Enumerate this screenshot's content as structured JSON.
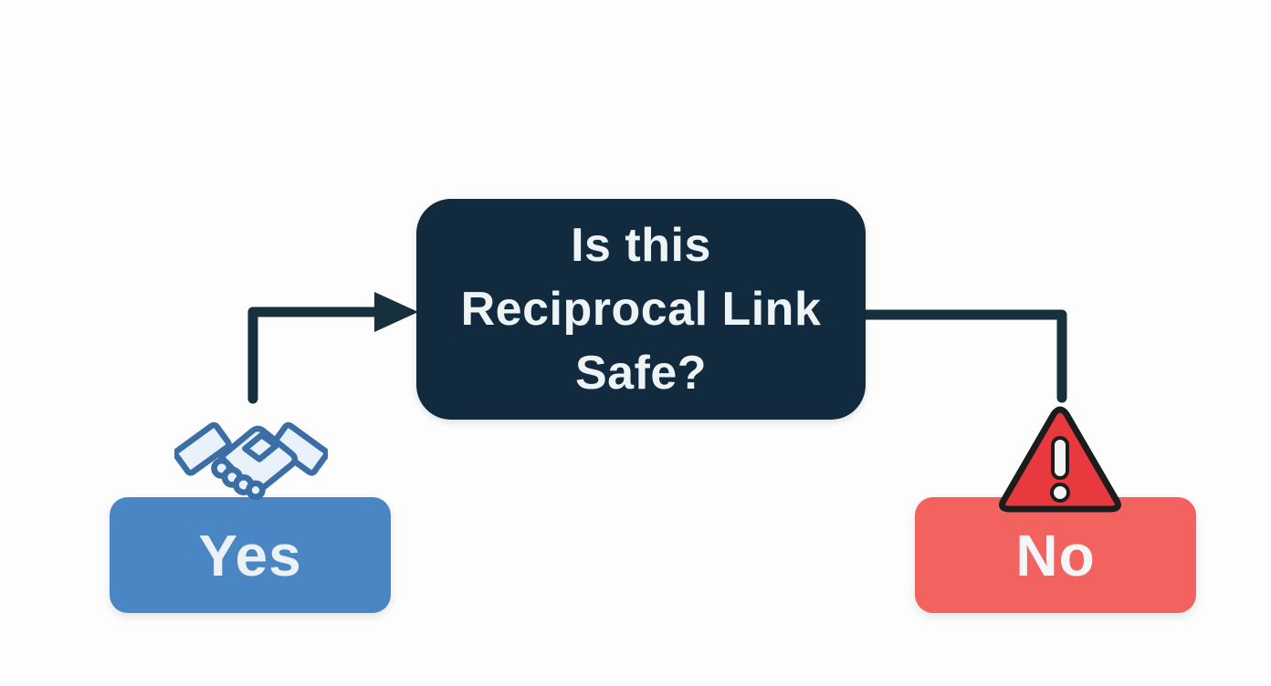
{
  "question": {
    "text": "Is this Reciprocal Link Safe?",
    "lines": [
      "Is this",
      "Reciprocal Link",
      "Safe?"
    ]
  },
  "nodes": {
    "yes": {
      "label": "Yes",
      "icon": "handshake-icon"
    },
    "no": {
      "label": "No",
      "icon": "warning-triangle-icon"
    }
  },
  "colors": {
    "background": "#fdfdfd",
    "question_bg": "#122a3d",
    "question_text": "#eef3f6",
    "connector": "#16303d",
    "yes_bg": "#4a86c4",
    "yes_text": "#eaf1f7",
    "no_bg": "#f2625e",
    "no_text": "#f4f6f8",
    "handshake_outline": "#3a6ea5",
    "handshake_fill": "#e9f2fa",
    "warning_fill": "#e8393f",
    "warning_outline": "#1c1c1c",
    "warning_exclamation": "#f2f4f4"
  }
}
